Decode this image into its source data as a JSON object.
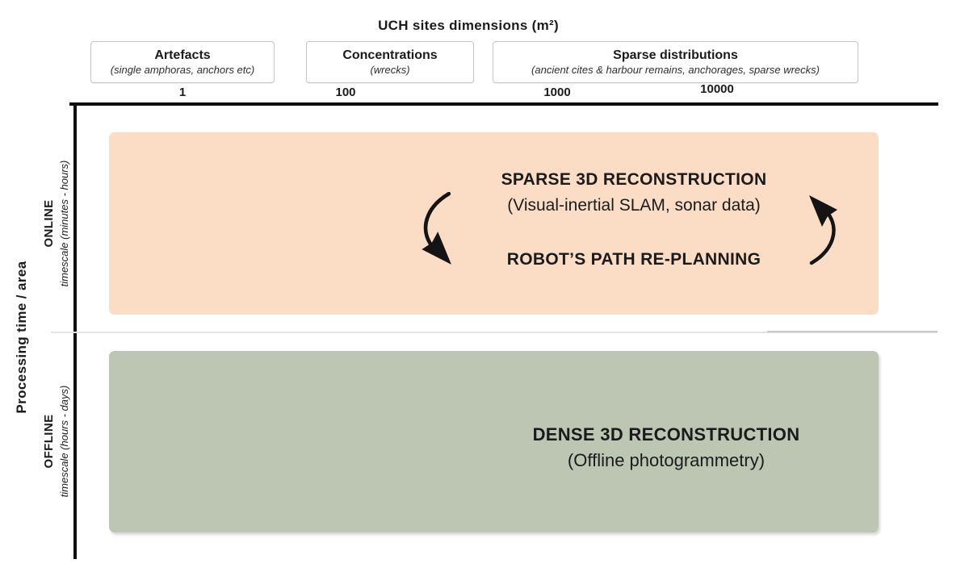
{
  "top_axis": {
    "title": "UCH sites dimensions (m²)",
    "categories": [
      {
        "label": "Artefacts",
        "sublabel": "(single amphoras, anchors etc)"
      },
      {
        "label": "Concentrations",
        "sublabel": "(wrecks)"
      },
      {
        "label": "Sparse distributions",
        "sublabel": "(ancient cites & harbour remains, anchorages, sparse wrecks)"
      }
    ],
    "ticks": [
      "1",
      "100",
      "1000",
      "10000"
    ]
  },
  "left_axis": {
    "title": "Processing time / area",
    "online": {
      "label": "ONLINE",
      "sublabel": "timescale (minutes - hours)"
    },
    "offline": {
      "label": "OFFLINE",
      "sublabel": "timescale (hours - days)"
    }
  },
  "online_region": {
    "title": "SPARSE 3D RECONSTRUCTION",
    "subtitle": "(Visual-inertial SLAM, sonar data)",
    "secondary": "ROBOT’S PATH RE-PLANNING",
    "bg_color": "#fbdcc5"
  },
  "offline_region": {
    "title": "DENSE 3D RECONSTRUCTION",
    "subtitle": "(Offline photogrammetry)",
    "bg_color": "#bdc6b3"
  },
  "icons": {
    "left_arrow": "curved-arrow-down-icon",
    "right_arrow": "curved-arrow-up-icon"
  },
  "colors": {
    "axis": "#0d0d0d",
    "text": "#1b1b1b",
    "divider": "#e2e2e2"
  }
}
